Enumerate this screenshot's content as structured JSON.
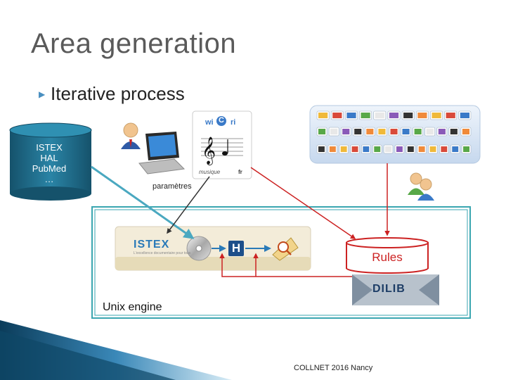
{
  "slide": {
    "title": "Area generation",
    "bullet": "Iterative process",
    "footer": "COLLNET 2016 Nancy"
  },
  "diagram": {
    "database_lines": [
      "ISTEX",
      "HAL",
      "PubMed",
      "…"
    ],
    "parameters_label": "paramètres",
    "engine_label": "Unix engine",
    "rules_label": "Rules",
    "istex_logo": "ISTEX",
    "istex_tagline": "L'excellence documentaire pour tous",
    "h_label": "H",
    "wicri": {
      "wi": "wi",
      "c": "C",
      "ri": "ri",
      "caption": "musique",
      "lang": "fr"
    },
    "dilib_label": "DILIB"
  },
  "colors": {
    "title": "#5a5a5a",
    "database_fill": "#1e6b8a",
    "engine_border": "#3aa6b0",
    "rules_red": "#cc2222",
    "arrow_teal": "#4aa8c0",
    "arrow_dark": "#333333",
    "h_box": "#1d4f8a"
  }
}
